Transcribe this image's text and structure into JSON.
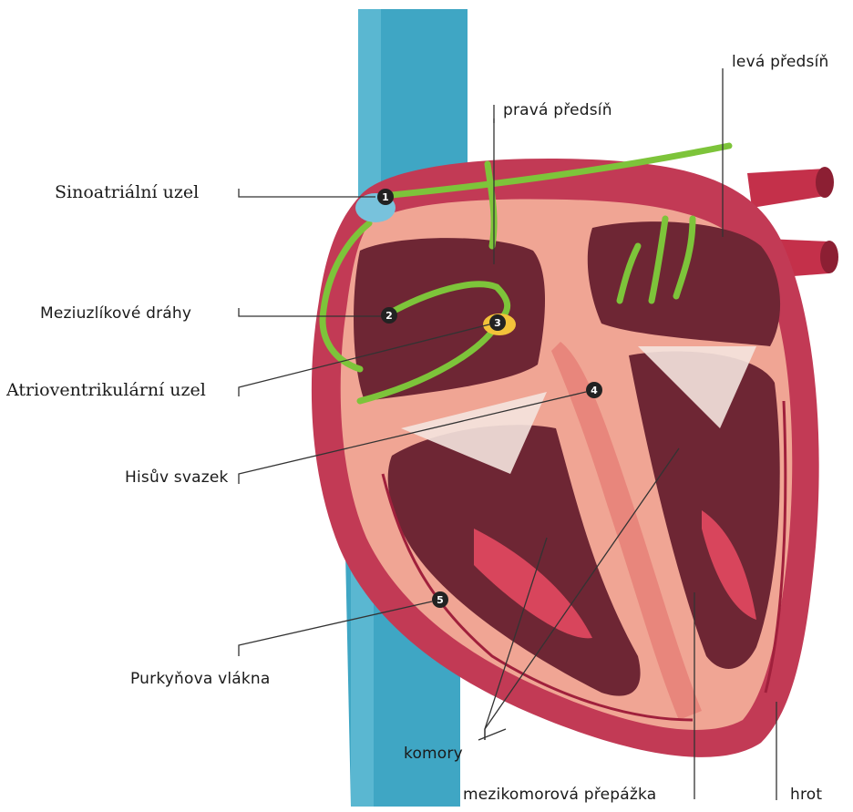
{
  "labels": {
    "sinoatrial_node": "Sinoatriální uzel",
    "internodal_pathways": "Meziuzlíkové dráhy",
    "av_node": "Atrioventrikulární uzel",
    "his_bundle": "Hisův svazek",
    "purkinje_fibers": "Purkyňova vlákna",
    "right_atrium": "pravá předsíň",
    "left_atrium": "levá předsíň",
    "ventricles": "komory",
    "septum": "mezikomorová přepážka",
    "apex": "hrot"
  },
  "markers": [
    "1",
    "2",
    "3",
    "4",
    "5"
  ],
  "colors": {
    "vessel": "#3fa6c4",
    "heart_outer": "#c23a55",
    "muscle": "#f0a594",
    "chamber": "#6e2634",
    "conduction": "#7dc43a",
    "node": "#f2c23a",
    "leader": "#333333"
  }
}
